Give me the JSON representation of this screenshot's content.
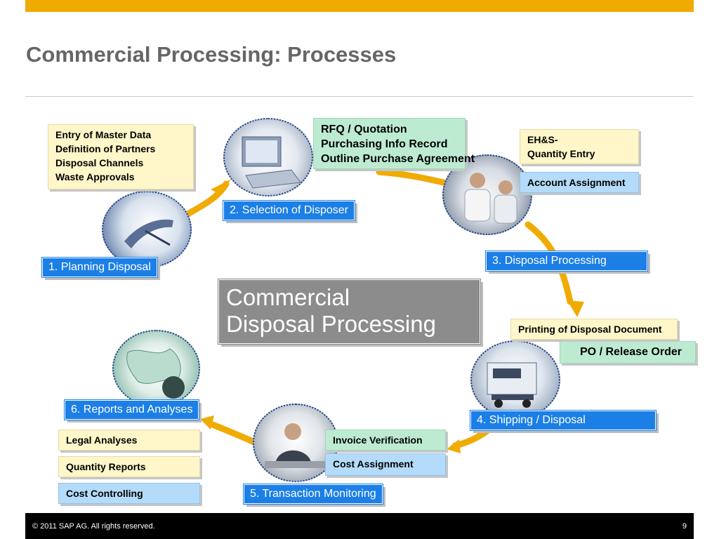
{
  "header": {
    "title": "Commercial Processing: Processes"
  },
  "center": {
    "line1": "Commercial",
    "line2": "Disposal Processing"
  },
  "steps": [
    {
      "label": "1. Planning Disposal"
    },
    {
      "label": "2. Selection of Disposer"
    },
    {
      "label": "3. Disposal Processing"
    },
    {
      "label": "4. Shipping / Disposal"
    },
    {
      "label": "5. Transaction Monitoring"
    },
    {
      "label": "6. Reports and Analyses"
    }
  ],
  "planning_box": {
    "lines": [
      "Entry of Master Data",
      "Definition of Partners",
      "Disposal Channels",
      "Waste Approvals"
    ]
  },
  "selection_box": {
    "lines": [
      "RFQ / Quotation",
      "Purchasing Info Record",
      "Outline Purchase Agreement"
    ]
  },
  "processing_boxes": {
    "ehs_line1": "EH&S-",
    "ehs_line2": "Quantity Entry",
    "account": "Account Assignment"
  },
  "shipping_boxes": {
    "printing": "Printing of Disposal Document",
    "po": "PO / Release Order"
  },
  "monitoring_boxes": {
    "invoice": "Invoice Verification",
    "cost": "Cost Assignment"
  },
  "reports_boxes": {
    "legal": "Legal Analyses",
    "quantity": "Quantity Reports",
    "controlling": "Cost Controlling"
  },
  "footer": {
    "copyright": "© 2011 SAP AG. All rights reserved.",
    "page": "9"
  },
  "colors": {
    "accent": "#f0ab00",
    "step_blue": "#1c7fe6",
    "yellow_box": "#fff6c9",
    "green_box": "#bdebd2",
    "light_blue_box": "#b4dcfa",
    "center_gray": "#8c8c8c"
  }
}
